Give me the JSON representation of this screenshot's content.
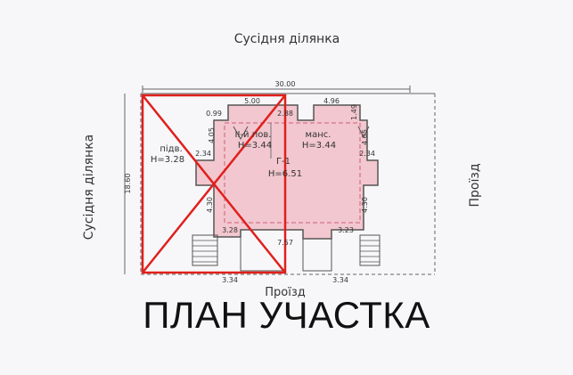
{
  "labels": {
    "neighbor_top": "Сусідня ділянка",
    "neighbor_left": "Сусідня ділянка",
    "road_right": "Проїзд",
    "road_bottom": "Проїзд",
    "room_basement": "підв.",
    "room_basement_h": "Н=3.28",
    "room_floor2": "ІІ-й пов.",
    "room_floor2_h": "Н=3.44",
    "room_mansard": "манс.",
    "room_mansard_h": "Н=3.44",
    "room_main": "Г-1",
    "room_main_h": "Н=6.51"
  },
  "dimensions": {
    "top_total": "30.00",
    "top_a": "5.00",
    "top_b": "4.96",
    "d_099": "0.99",
    "d_288": "2.88",
    "d_149": "1.49",
    "d_405a": "4.05",
    "d_405b": "4.05",
    "d_234a": "2.34",
    "d_234b": "2.34",
    "d_1860": "18.60",
    "d_430a": "4.30",
    "d_430b": "4.30",
    "d_328": "3.28",
    "d_323": "3.23",
    "d_757": "7.57",
    "d_334a": "3.34",
    "d_334b": "3.34"
  },
  "caption": "ПЛАН УЧАСТКА",
  "colors": {
    "building_fill": "#f2c7cf",
    "cross_red": "#e0201c",
    "lines": "#555555"
  }
}
